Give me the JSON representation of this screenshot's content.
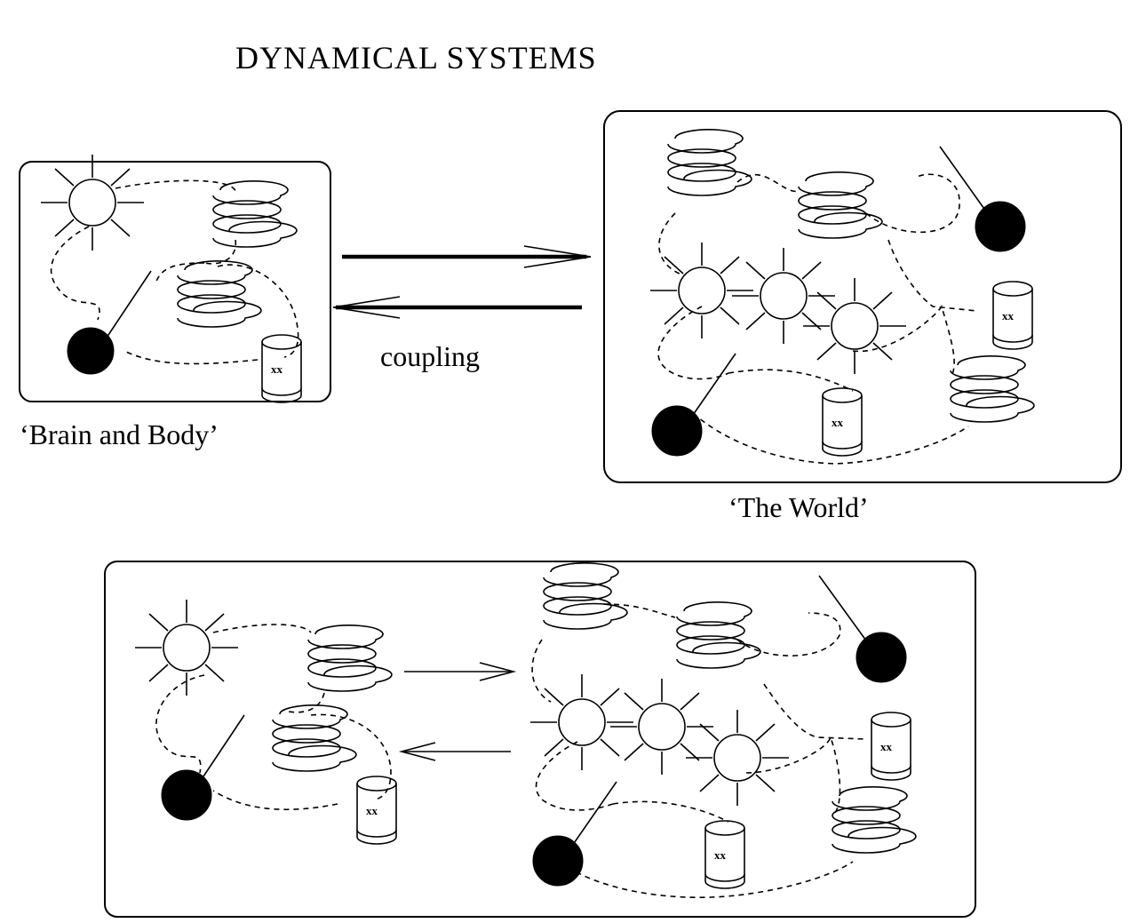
{
  "diagram": {
    "title": "DYNAMICAL SYSTEMS",
    "brain_body_label": "‘Brain and Body’",
    "world_label": "‘The World’",
    "coupling_label": "coupling",
    "barrel_mark": "xx"
  }
}
